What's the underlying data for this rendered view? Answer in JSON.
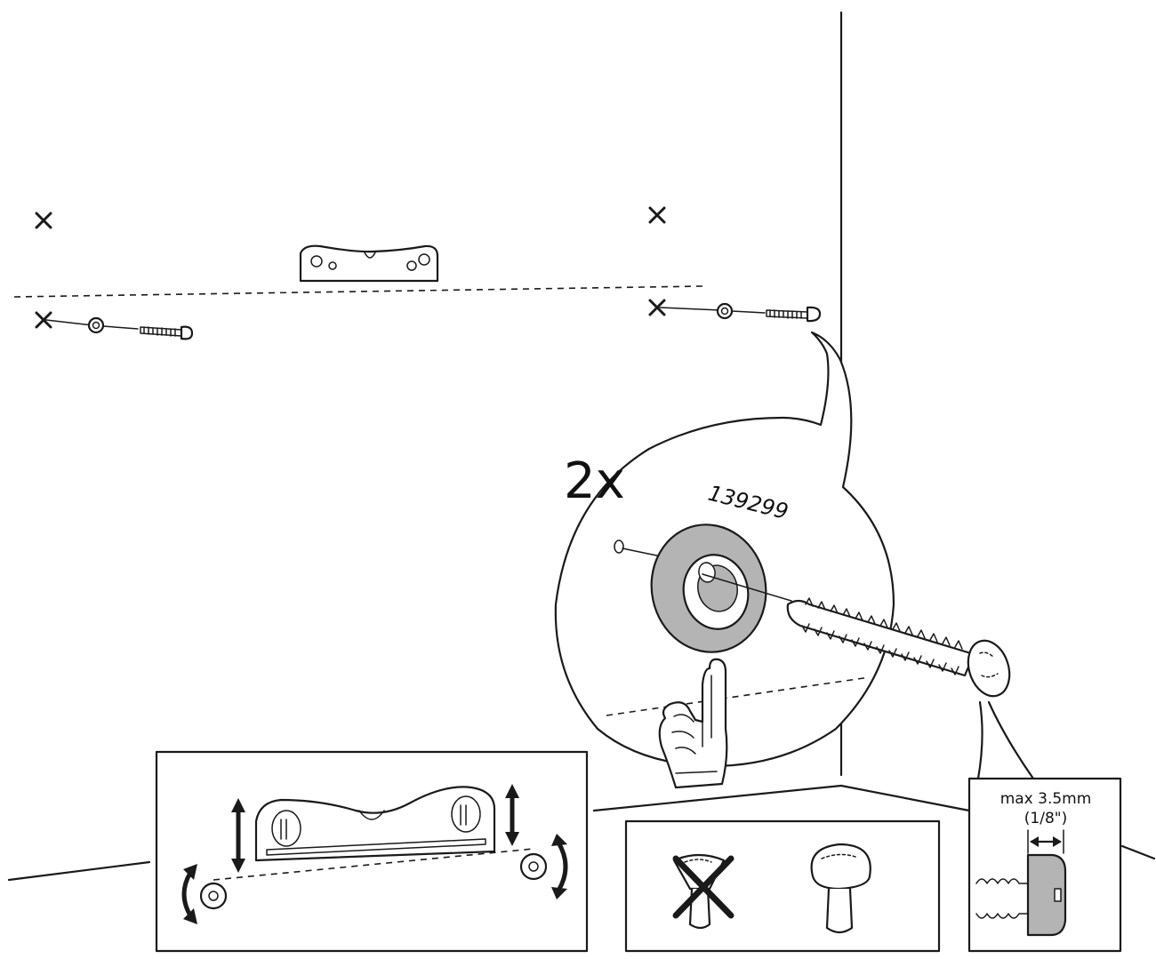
{
  "callout": {
    "quantity": "2x",
    "part_number": "139299"
  },
  "measurement": {
    "max_label": "max 3.5mm",
    "inch_label": "(1/8\")"
  },
  "colors": {
    "line": "#1a1a1a",
    "washer_fill": "#b4b4b4",
    "background": "#ffffff"
  },
  "icons": [
    "cross-mark-icon",
    "spirit-level-icon",
    "screw-icon",
    "washer-icon",
    "pointing-hand-icon",
    "adjust-arrow-icon",
    "rotate-arrow-icon",
    "wrong-mark-icon"
  ]
}
